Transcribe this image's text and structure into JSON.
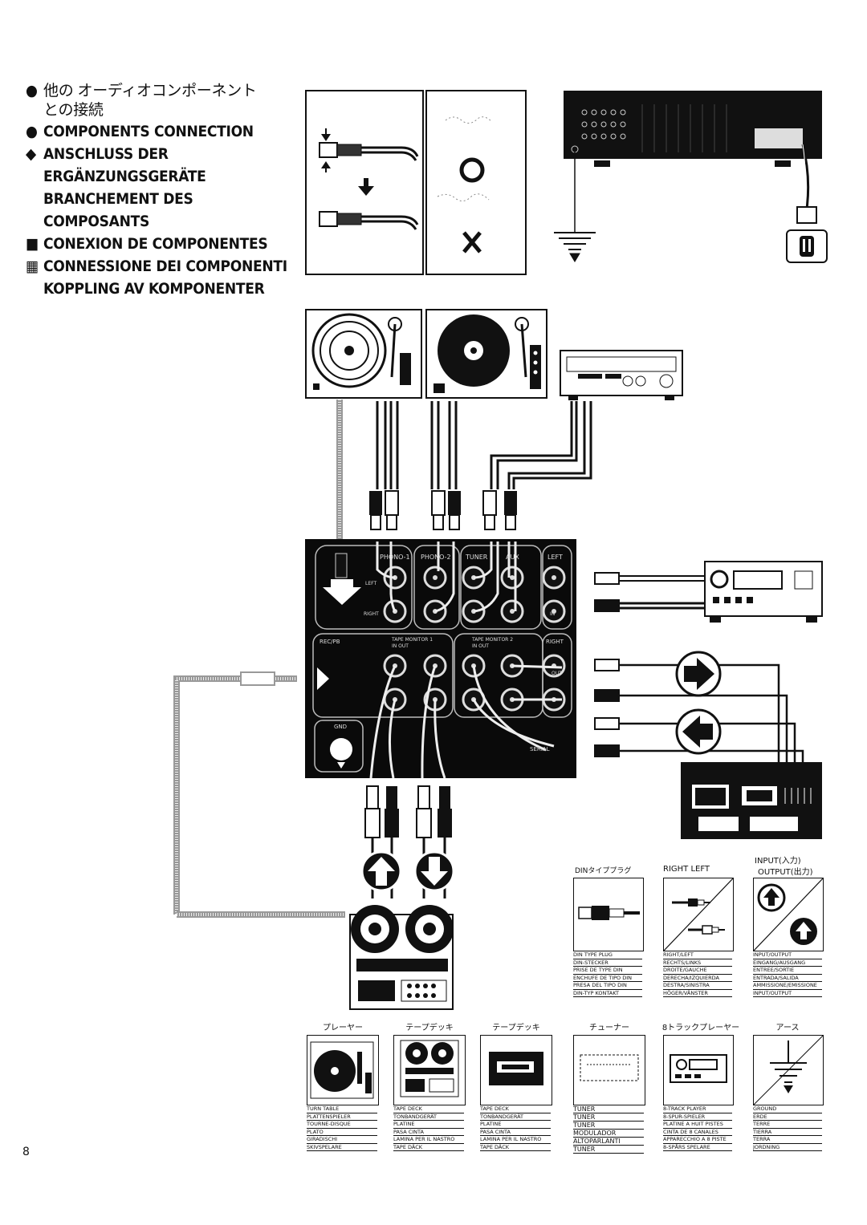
{
  "headings": {
    "jp_line1": "他の オーディオコンポーネント",
    "jp_line2": "との接続",
    "en": "COMPONENTS CONNECTION",
    "de_line1": "ANSCHLUSS DER",
    "de_line2": "ERGÄNZUNGSGERÄTE",
    "fr_line1": "BRANCHEMENT DES",
    "fr_line2": "COMPOSANTS",
    "es": "CONEXION DE COMPONENTES",
    "it": "CONNESSIONE DEI COMPONENTI",
    "sv": "KOPPLING AV KOMPONENTER"
  },
  "panel": {
    "phono1": "PHONO-1",
    "phono2": "PHONO-2",
    "tuner": "TUNER",
    "aux": "AUX",
    "left": "LEFT",
    "right": "RIGHT",
    "left_row": "LEFT",
    "right_row": "RIGHT",
    "in": "IN",
    "out": "OUT",
    "recpb": "REC/PB",
    "tape1": "TAPE MONITOR 1",
    "tape2": "TAPE MONITOR 2",
    "in_out_1": "IN          OUT",
    "in_out_2": "IN          OUT",
    "gnd": "GND",
    "serial": "SERIAL"
  },
  "legend": {
    "din": {
      "title": "DINタイププラグ",
      "items": [
        "DIN TYPE PLUG",
        "DIN-STECKER",
        "PRISE DE TYPE DIN",
        "ENCHUFE DE TIPO DIN",
        "PRESA DEL TIPO DIN",
        "DIN-TYP KONTAKT"
      ]
    },
    "rl": {
      "title": "RIGHT   LEFT",
      "items": [
        "RIGHT/LEFT",
        "RECHTS/LINKS",
        "DROITE/GAUCHE",
        "DERECHA/IZQUIERDA",
        "DESTRA/SINISTRA",
        "HÖGER/VÄNSTER"
      ]
    },
    "io": {
      "title_in": "INPUT(入力)",
      "title_out": "OUTPUT(出力)",
      "items": [
        "INPUT/OUTPUT",
        "EINGANG/AUSGANG",
        "ENTREE/SORTIE",
        "ENTRADA/SALIDA",
        "AMMISSIONE/EMISSIONE",
        "INPUT/OUTPUT"
      ]
    }
  },
  "categories": [
    {
      "title": "プレーヤー",
      "items": [
        "TURN TABLE",
        "PLATTENSPIELER",
        "TOURNE-DISQUE",
        "PLATO",
        "GIRADISCHI",
        "SKIVSPELARE"
      ]
    },
    {
      "title": "テープデッキ",
      "items": [
        "TAPE DECK",
        "TONBANDGERÄT",
        "PLATINE",
        "PASA CINTA",
        "LAMINA PER IL NASTRO",
        "TAPE DÄCK"
      ]
    },
    {
      "title": "テープデッキ",
      "items": [
        "TAPE DECK",
        "TONBANDGERÄT",
        "PLATINE",
        "PASA CINTA",
        "LAMINA PER IL NASTRO",
        "TAPE DÄCK"
      ]
    },
    {
      "title": "チューナー",
      "items": [
        "TUNER",
        "TUNER",
        "TUNER",
        "MODULADOR",
        "ALTOPARLANTI",
        "TUNER"
      ]
    },
    {
      "title": "8トラックプレーヤー",
      "items": [
        "8-TRACK PLAYER",
        "8-SPUR-SPIELER",
        "PLATINE A HUIT PISTES",
        "CINTA DE 8 CANALES",
        "APPARECCHIO A 8 PISTE",
        "8-SPÅRS SPELARE"
      ]
    },
    {
      "title": "アース",
      "items": [
        "GROUND",
        "ERDE",
        "TERRE",
        "TIERRA",
        "TERRA",
        "JORDNING"
      ]
    }
  ],
  "top_marks": {
    "ok": "O",
    "ng": "X"
  },
  "page_number": "8"
}
